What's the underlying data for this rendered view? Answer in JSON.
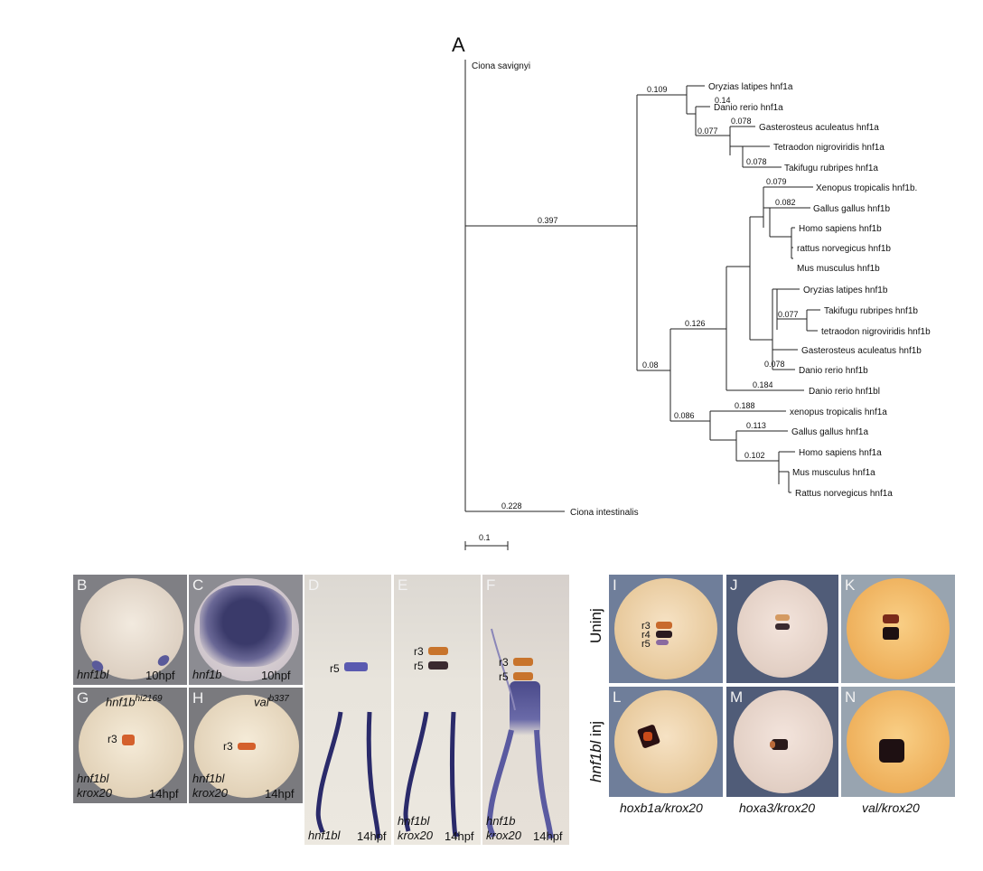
{
  "panel_a": {
    "label": "A",
    "taxa": {
      "ciona_savignyi": "Ciona savignyi",
      "oryzias_hnf1a": "Oryzias latipes hnf1a",
      "danio_hnf1a": "Danio rerio hnf1a",
      "gasterosteus_hnf1a": "Gasterosteus aculeatus hnf1a",
      "tetraodon_hnf1a": "Tetraodon nigroviridis hnf1a",
      "takifugu_hnf1a": "Takifugu rubripes hnf1a",
      "xenopus_hnf1b": "Xenopus tropicalis hnf1b.",
      "gallus_hnf1b": "Gallus gallus hnf1b",
      "homo_hnf1b": "Homo sapiens hnf1b",
      "rattus_hnf1b": "rattus norvegicus hnf1b",
      "mus_hnf1b": "Mus musculus hnf1b",
      "oryzias_hnf1b": "Oryzias latipes hnf1b",
      "takifugu_hnf1b": "Takifugu rubripes hnf1b",
      "tetraodon_hnf1b": "tetraodon nigroviridis hnf1b",
      "gasterosteus_hnf1b": "Gasterosteus aculeatus hnf1b",
      "danio_hnf1b": "Danio rerio hnf1b",
      "danio_hnf1bl": "Danio rerio hnf1bl",
      "xenopus_hnf1a": "xenopus tropicalis hnf1a",
      "gallus_hnf1a": "Gallus gallus hnf1a",
      "homo_hnf1a": "Homo sapiens hnf1a",
      "mus_hnf1a": "Mus musculus hnf1a",
      "rattus_hnf1a": "Rattus norvegicus hnf1a",
      "ciona_intestinalis": "Ciona intestinalis"
    },
    "branch_lengths": {
      "b0397": "0.397",
      "b0109": "0.109",
      "b014": "0.14",
      "b0078a": "0.078",
      "b0077a": "0.077",
      "b0078b": "0.078",
      "b0079": "0.079",
      "b0082": "0.082",
      "b0126": "0.126",
      "b0077b": "0.077",
      "b0078c": "0.078",
      "b0184": "0.184",
      "b008": "0.08",
      "b0188": "0.188",
      "b0086": "0.086",
      "b0113": "0.113",
      "b0102": "0.102",
      "b0228": "0.228"
    },
    "scale_bar": "0.1"
  },
  "panels": {
    "B": {
      "label": "B",
      "gene": "hnf1bl",
      "stage": "10hpf"
    },
    "C": {
      "label": "C",
      "gene": "hnf1b",
      "stage": "10hpf"
    },
    "D": {
      "label": "D",
      "band1": "r5",
      "gene": "hnf1bl",
      "stage": "14hpf"
    },
    "E": {
      "label": "E",
      "band1": "r3",
      "band2": "r5",
      "gene1": "hnf1bl",
      "gene2": "krox20",
      "stage": "14hpf"
    },
    "F": {
      "label": "F",
      "band1": "r3",
      "band2": "r5",
      "gene1": "hnf1b",
      "gene2": "krox20",
      "stage": "14hpf"
    },
    "G": {
      "label": "G",
      "allele_base": "hnf1b",
      "allele_sup": "hi2169",
      "band": "r3",
      "gene1": "hnf1bl",
      "gene2": "krox20",
      "stage": "14hpf"
    },
    "H": {
      "label": "H",
      "allele_base": "val",
      "allele_sup": "b337",
      "band": "r3",
      "gene1": "hnf1bl",
      "gene2": "krox20",
      "stage": "14hpf"
    },
    "I": {
      "label": "I",
      "r3": "r3",
      "r4": "r4",
      "r5": "r5"
    },
    "J": {
      "label": "J"
    },
    "K": {
      "label": "K"
    },
    "L": {
      "label": "L"
    },
    "M": {
      "label": "M"
    },
    "N": {
      "label": "N"
    }
  },
  "row_labels": {
    "uninj": "Uninj",
    "inj_gene": "hnf1bl",
    "inj_suffix": " inj"
  },
  "column_labels": {
    "col1": "hoxb1a/krox20",
    "col2": "hoxa3/krox20",
    "col3": "val/krox20"
  }
}
